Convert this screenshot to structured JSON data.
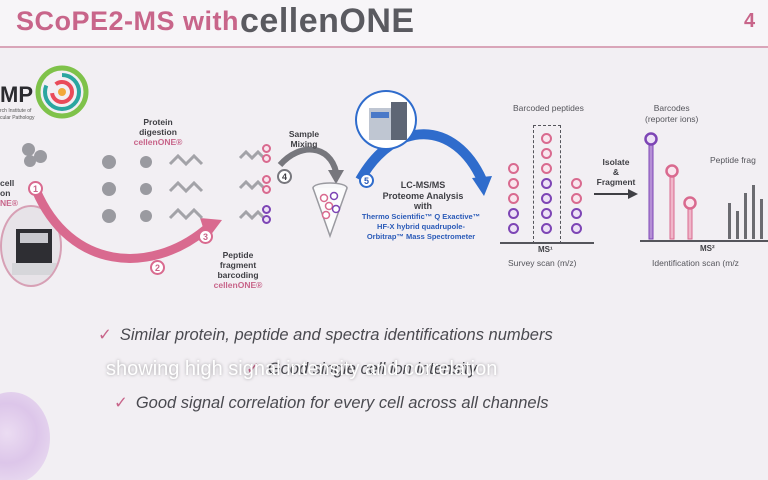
{
  "slide": {
    "title_scope": "SCoPE2-MS with ",
    "title_cellen": "cellenONE",
    "logo_text_short": "MP",
    "logo_text_lines": [
      "rch Institute of",
      "cular Pathology"
    ]
  },
  "workflow": {
    "single_cell_label": [
      "cell",
      "on",
      "NE®"
    ],
    "protein_digestion": [
      "Protein",
      "digestion"
    ],
    "protein_digestion_brand": "cellenONE®",
    "peptide_barcoding": [
      "Peptide",
      "fragment",
      "barcoding"
    ],
    "peptide_barcoding_brand": "cellenONE®",
    "sample_mixing": [
      "Sample",
      "Mixing"
    ],
    "lcms_title": [
      "LC-MS/MS",
      "Proteome Analysis",
      "with"
    ],
    "instrument": [
      "Thermo Scientific™ Q Exactive™",
      "HF-X hybrid quadrupole-",
      "Orbitrap™ Mass Spectrometer"
    ],
    "steps": [
      "1",
      "2",
      "3",
      "4",
      "5"
    ],
    "barcoded_peptides": "Barcoded peptides",
    "ms1_label": "MS¹",
    "survey_scan": "Survey scan (m/z)",
    "isolate_fragment": [
      "Isolate",
      "&",
      "Fragment"
    ],
    "barcodes_label": [
      "Barcodes",
      "(reporter ions)"
    ],
    "peptide_frag_label": "Peptide frag",
    "ms2_label": "MS²",
    "identification_scan": "Identification scan (m/z"
  },
  "bullets": [
    "Similar protein, peptide and spectra identifications numbers",
    "Good single cell ion intensity",
    "Good signal correlation for every cell across all channels"
  ],
  "check_glyph": "✓",
  "subtitle": "showing high signal intensity and correlation",
  "colors": {
    "accent_pink": "#c8658a",
    "accent_purple": "#7d45b5",
    "accent_blue": "#2b5bb8",
    "background": "#f2eff3"
  }
}
